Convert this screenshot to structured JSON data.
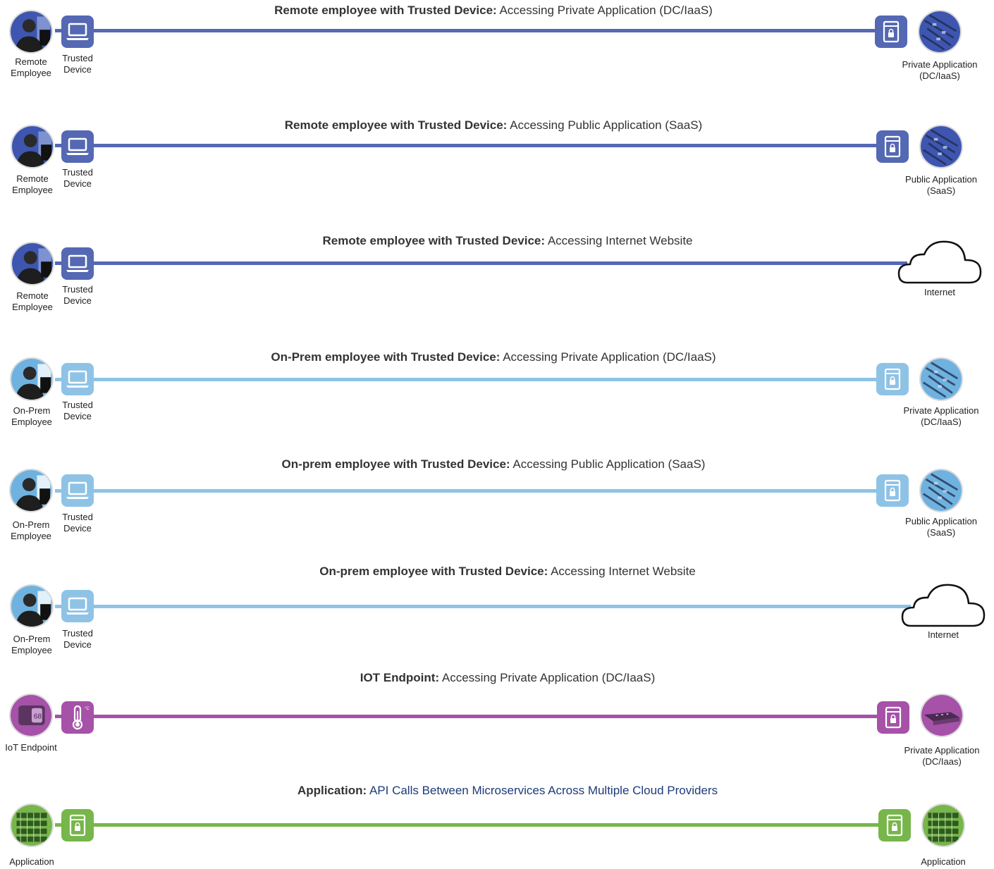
{
  "colors": {
    "dark_blue": "#5468b3",
    "light_blue": "#8ec3e6",
    "purple": "#a552a8",
    "green": "#77b64a"
  },
  "rows": [
    {
      "title_bold": "Remote employee with Trusted Device:",
      "title_rest": " Accessing Private Application (DC/IaaS)",
      "source_label": "Remote\nEmployee",
      "device_label": "Trusted\nDevice",
      "target_label": "Private Application\n(DC/IaaS)",
      "source_icon": "remote-employee-photo-icon",
      "device_icon": "laptop-icon",
      "target_icon": "private-application-icon",
      "color": "dark_blue"
    },
    {
      "title_bold": "Remote employee with Trusted Device:",
      "title_rest": " Accessing Public Application (SaaS)",
      "source_label": "Remote\nEmployee",
      "device_label": "Trusted\nDevice",
      "target_label": "Public Application\n(SaaS)",
      "source_icon": "remote-employee-photo-icon",
      "device_icon": "laptop-icon",
      "target_icon": "public-application-icon",
      "color": "dark_blue"
    },
    {
      "title_bold": "Remote employee with Trusted Device:",
      "title_rest": " Accessing Internet Website",
      "source_label": "Remote\nEmployee",
      "device_label": "Trusted\nDevice",
      "target_label": "Internet",
      "source_icon": "remote-employee-photo-icon",
      "device_icon": "laptop-icon",
      "target_icon": "cloud-icon",
      "color": "dark_blue"
    },
    {
      "title_bold": "On-Prem employee with Trusted Device:",
      "title_rest": " Accessing Private Application (DC/IaaS)",
      "source_label": "On-Prem\nEmployee",
      "device_label": "Trusted\nDevice",
      "target_label": "Private Application\n(DC/IaaS)",
      "source_icon": "on-prem-employee-photo-icon",
      "device_icon": "laptop-icon",
      "target_icon": "private-application-icon",
      "color": "light_blue"
    },
    {
      "title_bold": "On-prem employee with Trusted Device:",
      "title_rest": " Accessing Public Application (SaaS)",
      "source_label": "On-Prem\nEmployee",
      "device_label": "Trusted\nDevice",
      "target_label": "Public Application\n(SaaS)",
      "source_icon": "on-prem-employee-photo-icon",
      "device_icon": "laptop-icon",
      "target_icon": "public-application-icon",
      "color": "light_blue"
    },
    {
      "title_bold": "On-prem employee with Trusted Device:",
      "title_rest": " Accessing Internet Website",
      "source_label": "On-Prem\nEmployee",
      "device_label": "Trusted\nDevice",
      "target_label": "Internet",
      "source_icon": "on-prem-employee-photo-icon",
      "device_icon": "laptop-icon",
      "target_icon": "cloud-icon",
      "color": "light_blue"
    },
    {
      "title_bold": "IOT Endpoint:",
      "title_rest": " Accessing Private Application (DC/IaaS)",
      "source_label": "IoT Endpoint",
      "device_label": "",
      "target_label": "Private Application\n(DC/Iaas)",
      "source_icon": "thermostat-photo-icon",
      "device_icon": "thermometer-icon",
      "target_icon": "private-application-icon",
      "color": "purple"
    },
    {
      "title_bold": "Application:",
      "title_rest": " API Calls Between Microservices Across Multiple Cloud Providers",
      "source_label": "Application",
      "device_label": "",
      "target_label": "Application",
      "source_icon": "application-server-icon",
      "device_icon": "secure-server-icon",
      "target_icon": "application-server-icon",
      "color": "green"
    }
  ]
}
